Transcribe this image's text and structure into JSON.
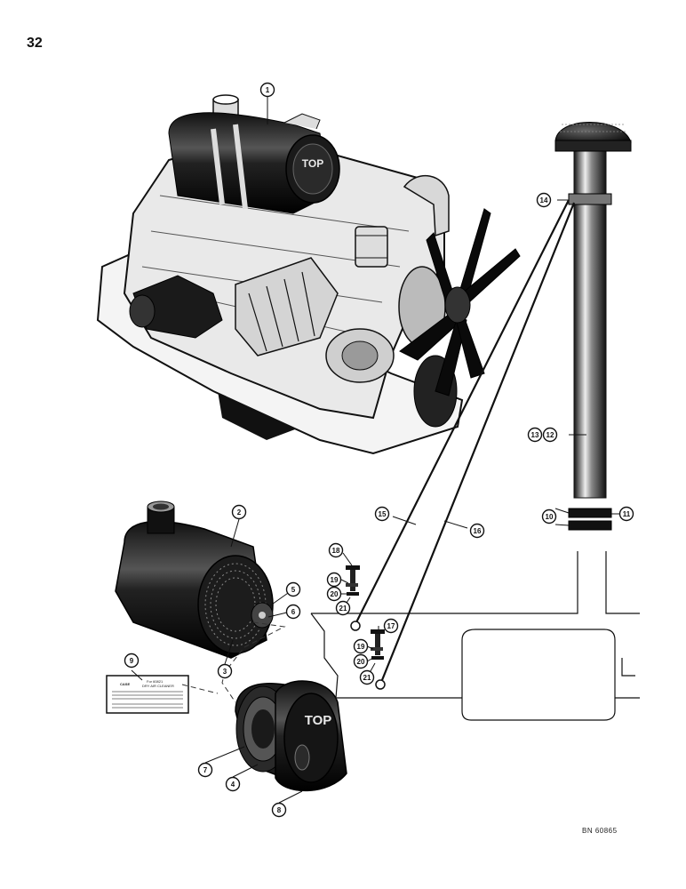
{
  "page": {
    "number": "32",
    "ref_code": "BN 60865"
  },
  "decal": {
    "brand": "CASE",
    "title_line1": "For 60821",
    "title_line2": "DRY AIR CLEANER"
  },
  "embossed_text": "TOP",
  "callouts": [
    {
      "id": "1",
      "label": "1"
    },
    {
      "id": "2",
      "label": "2"
    },
    {
      "id": "3",
      "label": "3"
    },
    {
      "id": "4",
      "label": "4"
    },
    {
      "id": "5",
      "label": "5"
    },
    {
      "id": "6",
      "label": "6"
    },
    {
      "id": "7",
      "label": "7"
    },
    {
      "id": "8",
      "label": "8"
    },
    {
      "id": "9",
      "label": "9"
    },
    {
      "id": "10",
      "label": "10"
    },
    {
      "id": "11",
      "label": "11"
    },
    {
      "id": "12",
      "label": "12"
    },
    {
      "id": "13",
      "label": "13"
    },
    {
      "id": "14",
      "label": "14"
    },
    {
      "id": "15",
      "label": "15"
    },
    {
      "id": "16",
      "label": "16"
    },
    {
      "id": "17",
      "label": "17"
    },
    {
      "id": "18",
      "label": "18"
    },
    {
      "id": "19a",
      "label": "19"
    },
    {
      "id": "19b",
      "label": "19"
    },
    {
      "id": "20a",
      "label": "20"
    },
    {
      "id": "20b",
      "label": "20"
    },
    {
      "id": "21a",
      "label": "21"
    },
    {
      "id": "21b",
      "label": "21"
    }
  ]
}
